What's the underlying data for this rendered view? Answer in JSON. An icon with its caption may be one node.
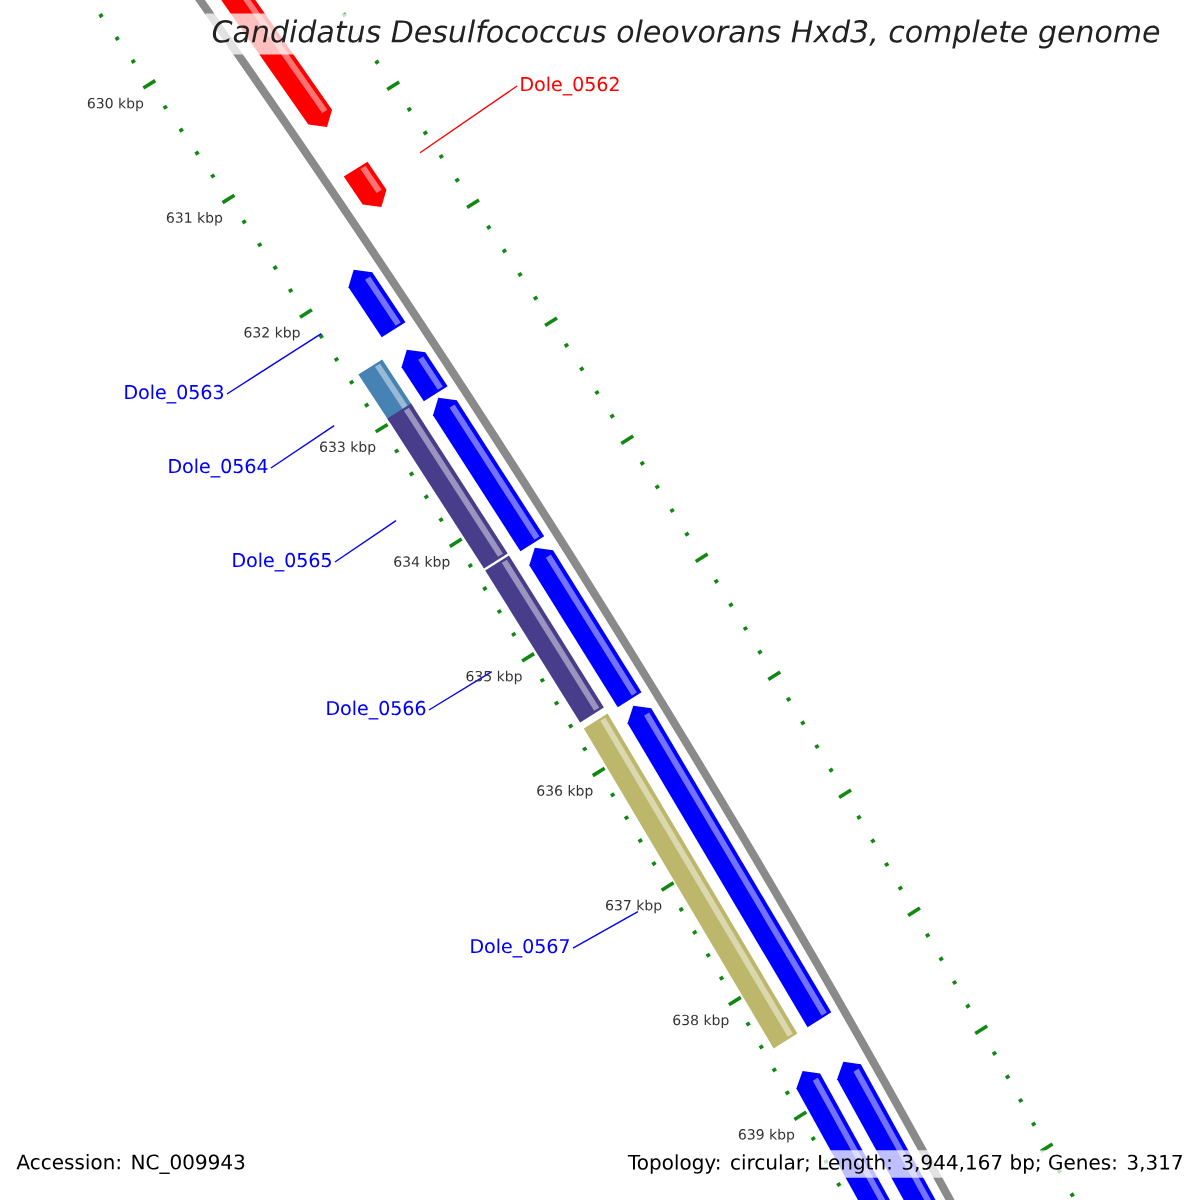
{
  "diagram": {
    "title": "Candidatus Desulfococcus oleovorans Hxd3, complete genome",
    "nodes": [
      {
        "text": [
          "Dole_0562"
        ]
      },
      {
        "text": [
          "Dole_0563"
        ]
      },
      {
        "text": [
          "Dole_0564"
        ]
      },
      {
        "text": [
          "Dole_0565"
        ]
      },
      {
        "text": [
          "Dole_0566"
        ]
      },
      {
        "text": [
          "Dole_0567"
        ]
      },
      {
        "text": [],
        "shape": "bar"
      },
      {
        "text": [],
        "shape": "bar"
      },
      {
        "text": [],
        "shape": "bar"
      },
      {
        "text": [],
        "shape": "bar"
      },
      {
        "text": [],
        "shape": "bar"
      },
      {
        "text": [],
        "shape": "bar"
      }
    ],
    "edges": [
      {
        "from": 0,
        "to": 6,
        "arrow": "none",
        "color": "#ff0000"
      },
      {
        "from": 1,
        "to": 7,
        "arrow": "none"
      },
      {
        "from": 2,
        "to": 8,
        "arrow": "none"
      },
      {
        "from": 3,
        "to": 9,
        "arrow": "none"
      },
      {
        "from": 4,
        "to": 10,
        "arrow": "none"
      },
      {
        "from": 5,
        "to": 11,
        "arrow": "none"
      }
    ],
    "labels": [
      "630 kbp",
      "631 kbp",
      "632 kbp",
      "633 kbp",
      "634 kbp",
      "635 kbp",
      "636 kbp",
      "637 kbp",
      "638 kbp",
      "639 kbp",
      "Accession: NC_009943",
      "Topology: circular; Length: 3,944,167 bp; Genes: 3,317"
    ]
  }
}
